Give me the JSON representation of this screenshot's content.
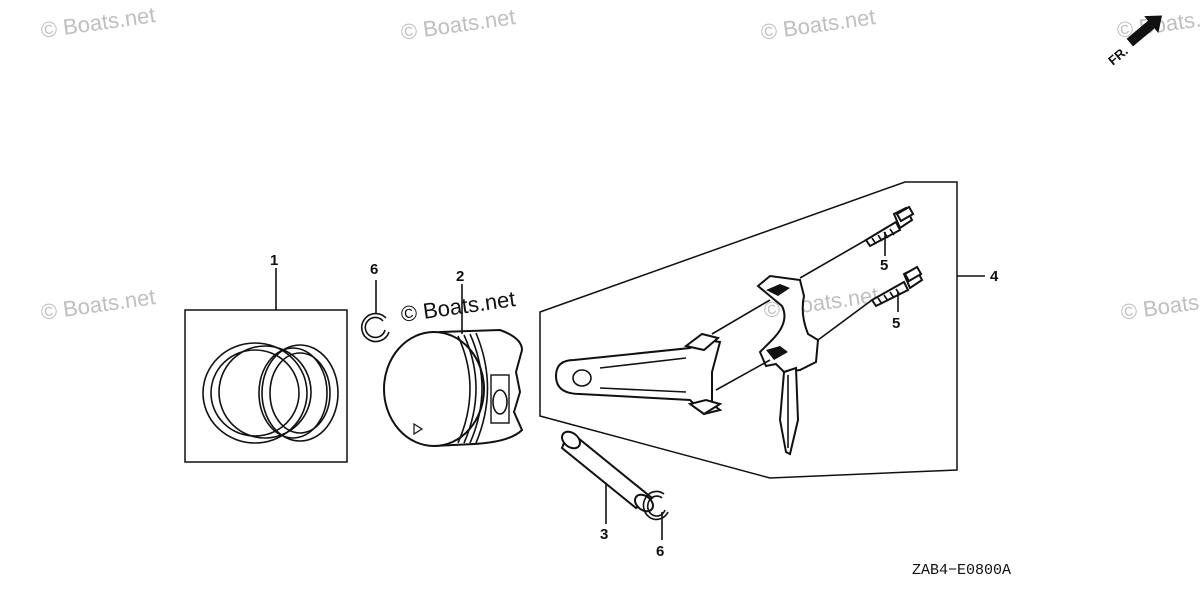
{
  "diagram": {
    "callouts": [
      {
        "id": "1"
      },
      {
        "id": "2"
      },
      {
        "id": "3"
      },
      {
        "id": "4"
      },
      {
        "id": "5"
      },
      {
        "id": "5"
      },
      {
        "id": "6"
      },
      {
        "id": "6"
      }
    ],
    "drawing_code": "ZAB4−E0800A",
    "direction_marker": "FR.",
    "watermarks": [
      "© Boats.net",
      "© Boats.net",
      "© Boats.net",
      "© Boats.net",
      "© Boats.net",
      "© Boats.net",
      "© Boats.net"
    ],
    "center_watermark": "© Boats.net",
    "colors": {
      "ink": "#111111",
      "watermark": "#bfbfbf",
      "background": "#ffffff"
    }
  }
}
